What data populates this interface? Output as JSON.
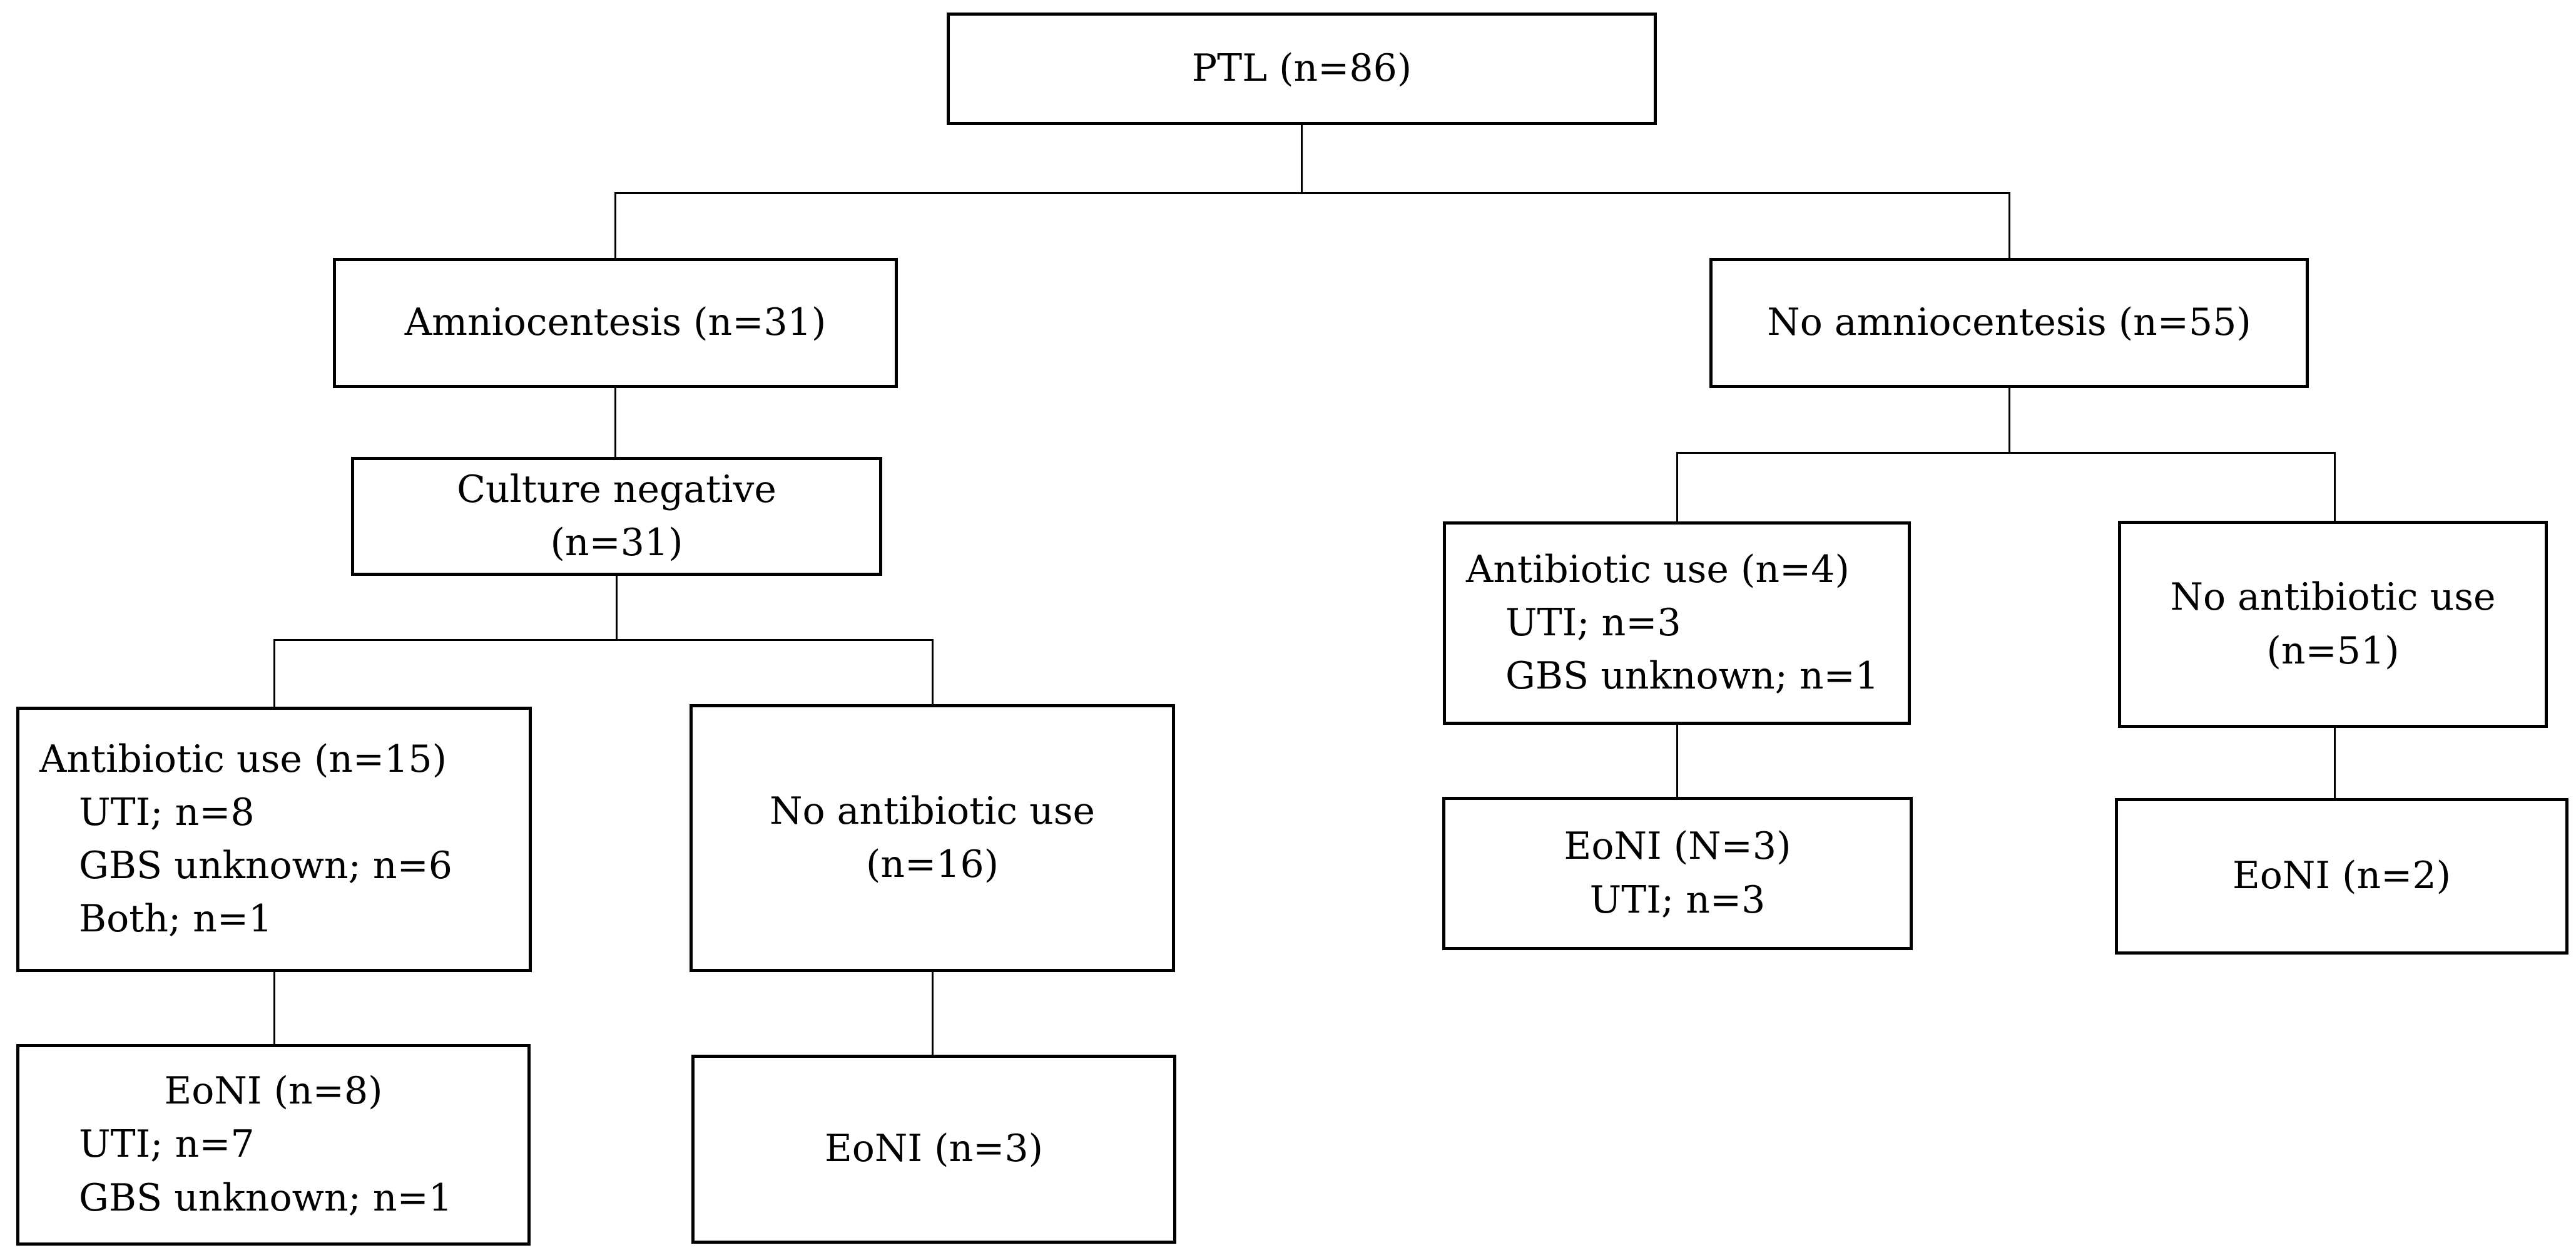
{
  "diagram": {
    "type": "flowchart",
    "colors": {
      "line": "#000000",
      "background": "#ffffff",
      "text": "#000000"
    },
    "nodes": {
      "ptl": {
        "lines": [
          "PTL (n=86)"
        ]
      },
      "amniocentesis": {
        "lines": [
          "Amniocentesis (n=31)"
        ]
      },
      "no_amniocentesis": {
        "lines": [
          "No amniocentesis (n=55)"
        ]
      },
      "culture_negative": {
        "lines": [
          "Culture negative",
          "(n=31)"
        ]
      },
      "antibiotic_use_15": {
        "lines": [
          "Antibiotic use (n=15)",
          "UTI; n=8",
          "GBS unknown; n=6",
          "Both; n=1"
        ]
      },
      "no_antibiotic_use_16": {
        "lines": [
          "No antibiotic use",
          "(n=16)"
        ]
      },
      "antibiotic_use_4": {
        "lines": [
          "Antibiotic use (n=4)",
          "UTI; n=3",
          "GBS unknown; n=1"
        ]
      },
      "no_antibiotic_use_51": {
        "lines": [
          "No antibiotic use",
          "(n=51)"
        ]
      },
      "eoni_8": {
        "lines": [
          "EoNI (n=8)",
          "UTI; n=7",
          "GBS unknown; n=1"
        ]
      },
      "eoni_3": {
        "lines": [
          "EoNI (n=3)"
        ]
      },
      "eoni_n3": {
        "lines": [
          "EoNI (N=3)",
          "UTI; n=3"
        ]
      },
      "eoni_2": {
        "lines": [
          "EoNI (n=2)"
        ]
      }
    },
    "edges": [
      {
        "from": "ptl",
        "to": "amniocentesis"
      },
      {
        "from": "ptl",
        "to": "no_amniocentesis"
      },
      {
        "from": "amniocentesis",
        "to": "culture_negative"
      },
      {
        "from": "culture_negative",
        "to": "antibiotic_use_15"
      },
      {
        "from": "culture_negative",
        "to": "no_antibiotic_use_16"
      },
      {
        "from": "antibiotic_use_15",
        "to": "eoni_8"
      },
      {
        "from": "no_antibiotic_use_16",
        "to": "eoni_3"
      },
      {
        "from": "no_amniocentesis",
        "to": "antibiotic_use_4"
      },
      {
        "from": "no_amniocentesis",
        "to": "no_antibiotic_use_51"
      },
      {
        "from": "antibiotic_use_4",
        "to": "eoni_n3"
      },
      {
        "from": "no_antibiotic_use_51",
        "to": "eoni_2"
      }
    ]
  }
}
